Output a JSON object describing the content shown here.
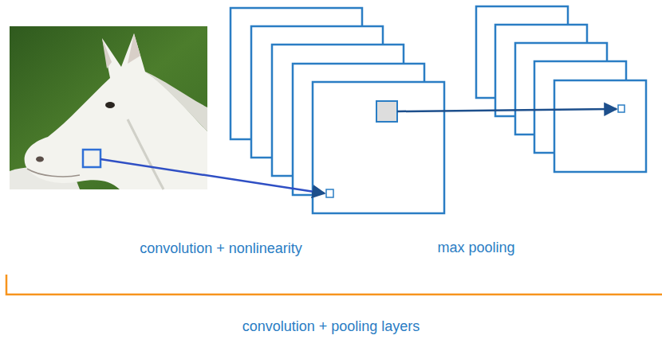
{
  "diagram": {
    "labels": [
      "convolution + nonlinearity",
      "max pooling",
      "convolution + pooling layers"
    ]
  }
}
